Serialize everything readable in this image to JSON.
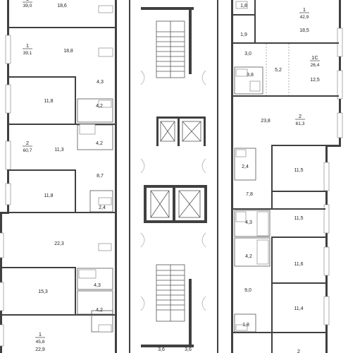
{
  "rooms": [
    {
      "id": "r-top-left",
      "label": "18,6"
    },
    {
      "id": "r-a1-living",
      "label": "18,8"
    },
    {
      "id": "r-a1-bath",
      "label": "4,3"
    },
    {
      "id": "r-a2-bed1",
      "label": "11,8"
    },
    {
      "id": "r-a2-bath1",
      "label": "4,2"
    },
    {
      "id": "r-a2-bath2",
      "label": "4,2"
    },
    {
      "id": "r-a2-living",
      "label": "11,3"
    },
    {
      "id": "r-a2-hall",
      "label": "8,7"
    },
    {
      "id": "r-a2-bed2",
      "label": "11,8"
    },
    {
      "id": "r-a2-wc",
      "label": "2,4"
    },
    {
      "id": "r-a3-living",
      "label": "22,3"
    },
    {
      "id": "r-a3-room",
      "label": "15,3"
    },
    {
      "id": "r-a3-bath",
      "label": "4,3"
    },
    {
      "id": "r-a3-bath2",
      "label": "4,2"
    },
    {
      "id": "r-a4-living",
      "label": "22,9"
    },
    {
      "id": "r-c-storage",
      "label": "3,6"
    },
    {
      "id": "r-c-storage2",
      "label": "3,6"
    },
    {
      "id": "r-b1-top",
      "label": "1,8"
    },
    {
      "id": "r-b1-living",
      "label": "18,5"
    },
    {
      "id": "r-b1-small",
      "label": "1,9"
    },
    {
      "id": "r-b2-hall",
      "label": "3,0"
    },
    {
      "id": "r-b2-bath",
      "label": "3,8"
    },
    {
      "id": "r-b2-room",
      "label": "5,2"
    },
    {
      "id": "r-b2-living",
      "label": "12,5"
    },
    {
      "id": "r-b3-living",
      "label": "23,8"
    },
    {
      "id": "r-b3-wc",
      "label": "2,4"
    },
    {
      "id": "r-b3-bed1",
      "label": "11,5"
    },
    {
      "id": "r-b3-hall",
      "label": "7,8"
    },
    {
      "id": "r-b3-bed2",
      "label": "11,5"
    },
    {
      "id": "r-b3-bath1",
      "label": "4,3"
    },
    {
      "id": "r-b3-bath2",
      "label": "4,2"
    },
    {
      "id": "r-b4-bed",
      "label": "11,6"
    },
    {
      "id": "r-b4-hall",
      "label": "9,0"
    },
    {
      "id": "r-b4-bed2",
      "label": "11,4"
    },
    {
      "id": "r-b4-wc",
      "label": "1,8"
    }
  ],
  "units": [
    {
      "id": "u-l-top",
      "num": "1",
      "area": "39,0"
    },
    {
      "id": "u-l-1",
      "num": "1",
      "area": "39,1"
    },
    {
      "id": "u-l-2",
      "num": "2",
      "area": "60,7"
    },
    {
      "id": "u-l-3",
      "num": "1",
      "area": "45,8"
    },
    {
      "id": "u-r-1",
      "num": "1",
      "area": "42,9"
    },
    {
      "id": "u-r-1c",
      "num": "1С",
      "area": "26,4"
    },
    {
      "id": "u-r-2",
      "num": "2",
      "area": "61,3"
    },
    {
      "id": "u-r-bottom",
      "num": "2",
      "area": ""
    }
  ]
}
